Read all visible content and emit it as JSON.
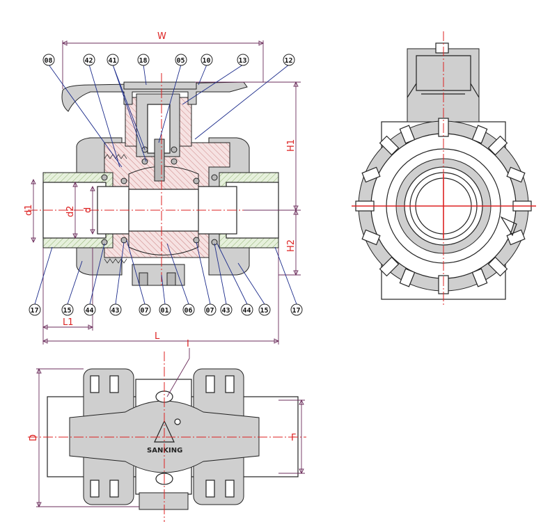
{
  "dimensions": {
    "W": "W",
    "H1": "H1",
    "H2": "H2",
    "d1": "d1",
    "d2": "d2",
    "d": "d",
    "L": "L",
    "L1": "L1",
    "D": "D",
    "F": "F",
    "I": "I"
  },
  "callouts_top": [
    "08",
    "42",
    "41",
    "18",
    "05",
    "10",
    "13",
    "12"
  ],
  "callouts_bottom": [
    "17",
    "15",
    "44",
    "43",
    "07",
    "01",
    "06",
    "07",
    "43",
    "44",
    "15",
    "17"
  ],
  "brand_label": "SANKING",
  "colors": {
    "centerline": "#dd2222",
    "dimension_text": "#dd2222",
    "leader": "#1a2a8a",
    "part_fill": "#cfcfcf",
    "hatch_green": "#9fbf7f",
    "hatch_pink": "#d9a0a0"
  }
}
